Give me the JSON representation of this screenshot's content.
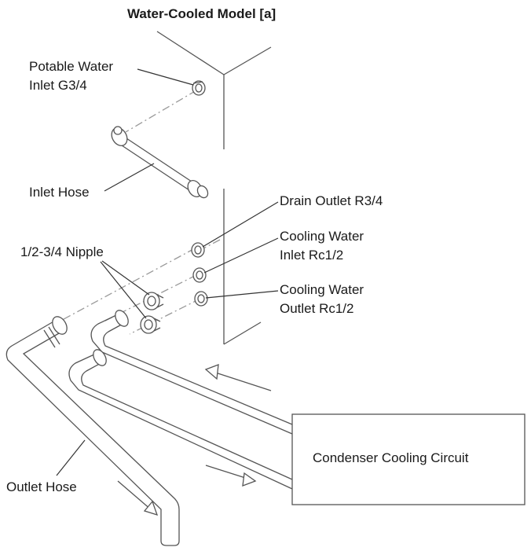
{
  "title": "Water-Cooled Model [a]",
  "labels": {
    "potable_water_line1": "Potable Water",
    "potable_water_line2": "Inlet G3/4",
    "inlet_hose": "Inlet Hose",
    "drain_outlet": "Drain Outlet R3/4",
    "nipple": "1/2-3/4 Nipple",
    "cooling_inlet_line1": "Cooling Water",
    "cooling_inlet_line2": "Inlet Rc1/2",
    "cooling_outlet_line1": "Cooling Water",
    "cooling_outlet_line2": "Outlet Rc1/2",
    "outlet_hose": "Outlet Hose",
    "condenser_circuit": "Condenser Cooling Circuit"
  }
}
